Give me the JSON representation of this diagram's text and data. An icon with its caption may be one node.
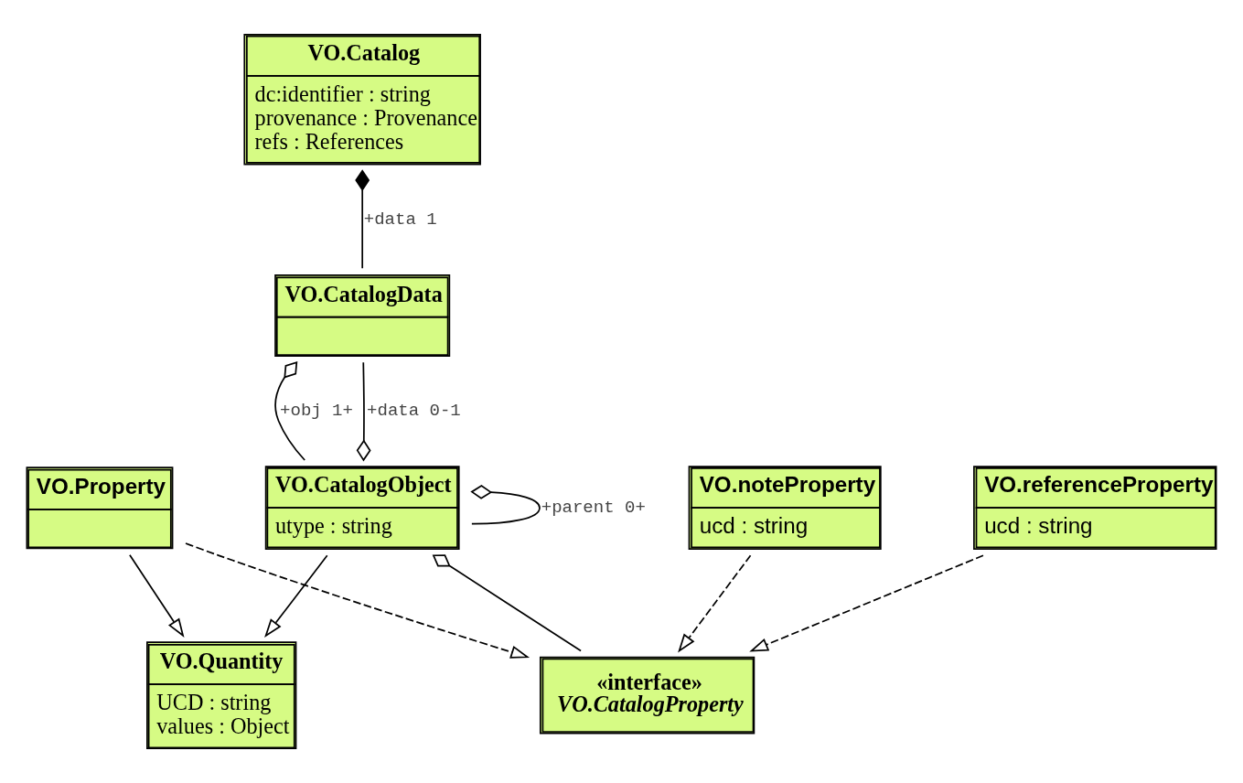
{
  "diagram": {
    "nodes": [
      {
        "text": [
          "VO.Catalog",
          "dc:identifier : string",
          "provenance : Provenance",
          "refs : References"
        ]
      },
      {
        "text": [
          "VO.CatalogData"
        ]
      },
      {
        "text": [
          "VO.CatalogObject",
          "utype : string"
        ]
      },
      {
        "text": [
          "VO.Quantity",
          "UCD : string",
          "values : Object"
        ]
      },
      {
        "text": [
          "VO.Property"
        ]
      },
      {
        "text": [
          "«interface»",
          "VO.CatalogProperty"
        ]
      },
      {
        "text": [
          "VO.referenceProperty",
          "ucd : string"
        ]
      },
      {
        "text": [
          "VO.noteProperty",
          "ucd : string"
        ]
      }
    ],
    "edges": [
      {
        "from": 0,
        "to": 1,
        "arrow": "other",
        "label": "+data 1"
      },
      {
        "from": 1,
        "to": 2,
        "arrow": "other",
        "label": "+obj 1+"
      },
      {
        "from": 2,
        "to": 2,
        "arrow": "other",
        "label": "+parent 0+"
      },
      {
        "from": 2,
        "to": 1,
        "arrow": "other",
        "label": "+data 0-1"
      },
      {
        "from": 2,
        "to": 5,
        "arrow": "other"
      },
      {
        "from": 2,
        "to": 3,
        "arrow": "to"
      },
      {
        "from": 4,
        "to": 3,
        "arrow": "to"
      },
      {
        "from": 4,
        "to": 5,
        "arrow": "to",
        "style": "dashed"
      },
      {
        "from": 6,
        "to": 5,
        "arrow": "to",
        "style": "dashed"
      },
      {
        "from": 7,
        "to": 5,
        "arrow": "to",
        "style": "dashed"
      }
    ]
  }
}
